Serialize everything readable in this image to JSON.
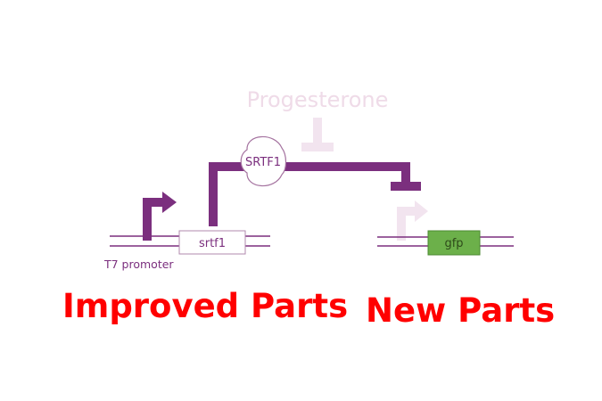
{
  "diagram": {
    "inhibitor_label": "Progesterone",
    "protein_label": "SRTF1",
    "gene_left_label": "srtf1",
    "gene_right_label": "gfp",
    "promoter_label": "T7 promoter"
  },
  "labels": {
    "improved_parts": "Improved Parts",
    "new_parts": "New Parts"
  },
  "colors": {
    "pathway": "#7b2f7e",
    "faded_pathway": "#f2e4ef",
    "faded_text": "#efdbe8",
    "gfp_fill": "#6cb04a",
    "accent_red": "#ff0000"
  }
}
